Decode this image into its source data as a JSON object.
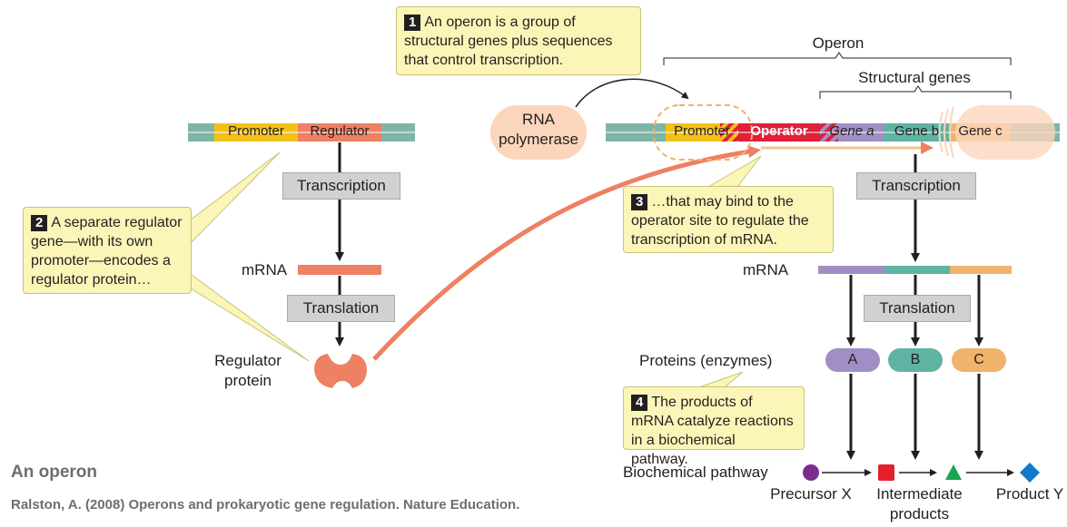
{
  "callouts": {
    "c1": {
      "num": "1",
      "text": "An operon is a group of structural genes plus sequences that control transcription."
    },
    "c2": {
      "num": "2",
      "text": "A separate regulator gene—with its own promoter—encodes a regulator protein…"
    },
    "c3": {
      "num": "3",
      "text": "…that may bind to the operator site to regulate the transcription of mRNA."
    },
    "c4": {
      "num": "4",
      "text": "The products of mRNA catalyze reactions in a biochemical pathway."
    }
  },
  "left_dna": {
    "promoter": "Promoter",
    "regulator": "Regulator"
  },
  "operon_label": "Operon",
  "structural_genes_label": "Structural genes",
  "rna_polymerase": "RNA polymerase",
  "operon_dna": {
    "promoter": "Promoter",
    "operator": "Operator",
    "gene_a": "Gene a",
    "gene_b": "Gene b",
    "gene_c": "Gene c"
  },
  "process": {
    "transcription": "Transcription",
    "translation": "Translation",
    "mrna": "mRNA"
  },
  "regulator_protein": "Regulator protein",
  "proteins_label": "Proteins (enzymes)",
  "enzymes": [
    "A",
    "B",
    "C"
  ],
  "pathway": {
    "label": "Biochemical pathway",
    "precursor": "Precursor X",
    "intermediate": "Intermediate products",
    "product": "Product Y"
  },
  "footer": {
    "title": "An operon",
    "citation": "Ralston, A. (2008) Operons and prokaryotic gene regulation. Nature Education."
  },
  "colors": {
    "dna": "#7fb5a8",
    "promoter": "#f2c118",
    "regulator": "#ee8063",
    "operator": "#e0203a",
    "gene_a": "#a08fc4",
    "gene_b": "#5fb3a2",
    "gene_c": "#f0b36b",
    "rna_pol": "#fbd6bd",
    "callout": "#fbf6b8",
    "gray_box": "#d0d1d3",
    "precursor": "#7b2d8e",
    "intermediate1": "#e3212c",
    "intermediate2": "#1aa651",
    "product": "#1479c9"
  }
}
